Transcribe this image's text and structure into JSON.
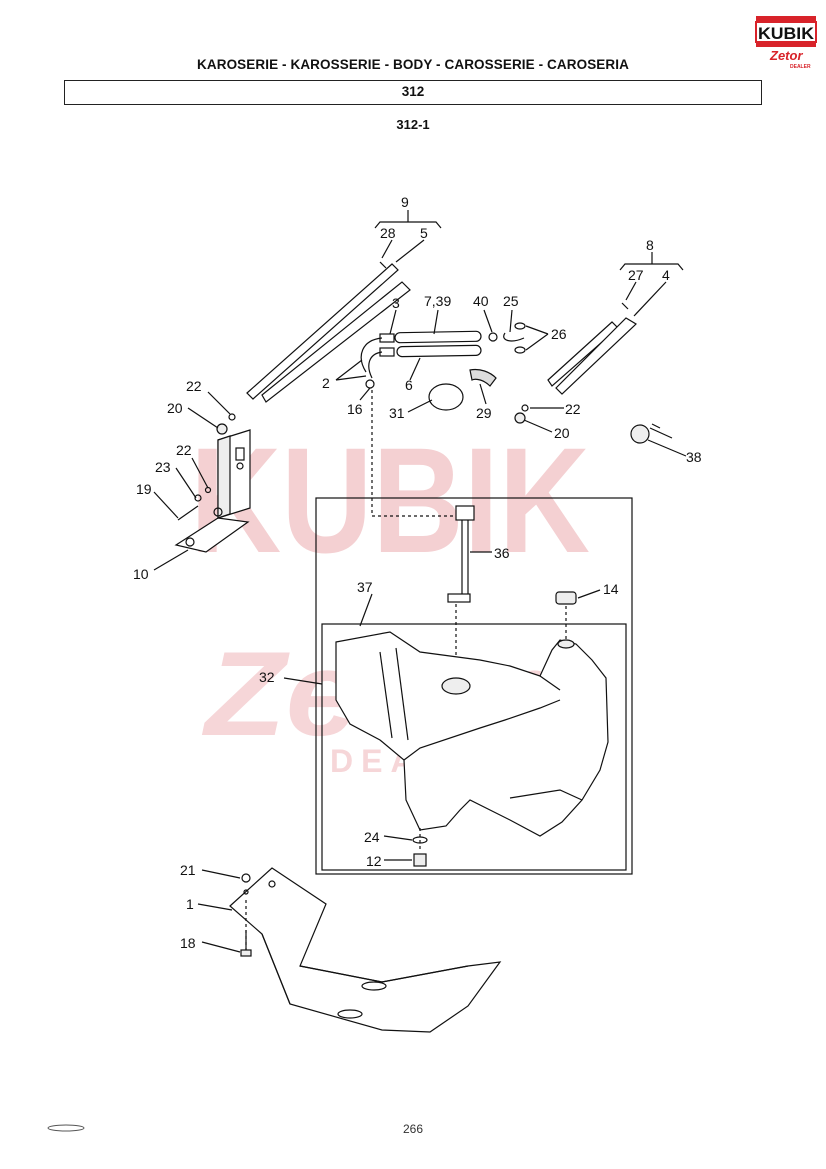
{
  "header": {
    "title": "KAROSERIE - KAROSSERIE - BODY - CAROSSERIE - CAROSERIA",
    "group_number": "312",
    "subgroup_number": "312-1"
  },
  "logo": {
    "brand": "KUBIK",
    "sub_brand": "Zetor",
    "tagline": "DEALER",
    "color": "#d8232a"
  },
  "watermark": {
    "brand": "KUBIK",
    "sub_brand": "Zetor",
    "tagline": "DEALER",
    "color": "#f2c2c4"
  },
  "callouts": [
    "9",
    "28",
    "5",
    "8",
    "27",
    "4",
    "3",
    "7,39",
    "40",
    "25",
    "26",
    "2",
    "6",
    "16",
    "31",
    "29",
    "22",
    "20",
    "22",
    "20",
    "38",
    "22",
    "23",
    "19",
    "10",
    "36",
    "37",
    "14",
    "32",
    "24",
    "12",
    "21",
    "1",
    "18"
  ],
  "footer": {
    "page_number": "266"
  }
}
